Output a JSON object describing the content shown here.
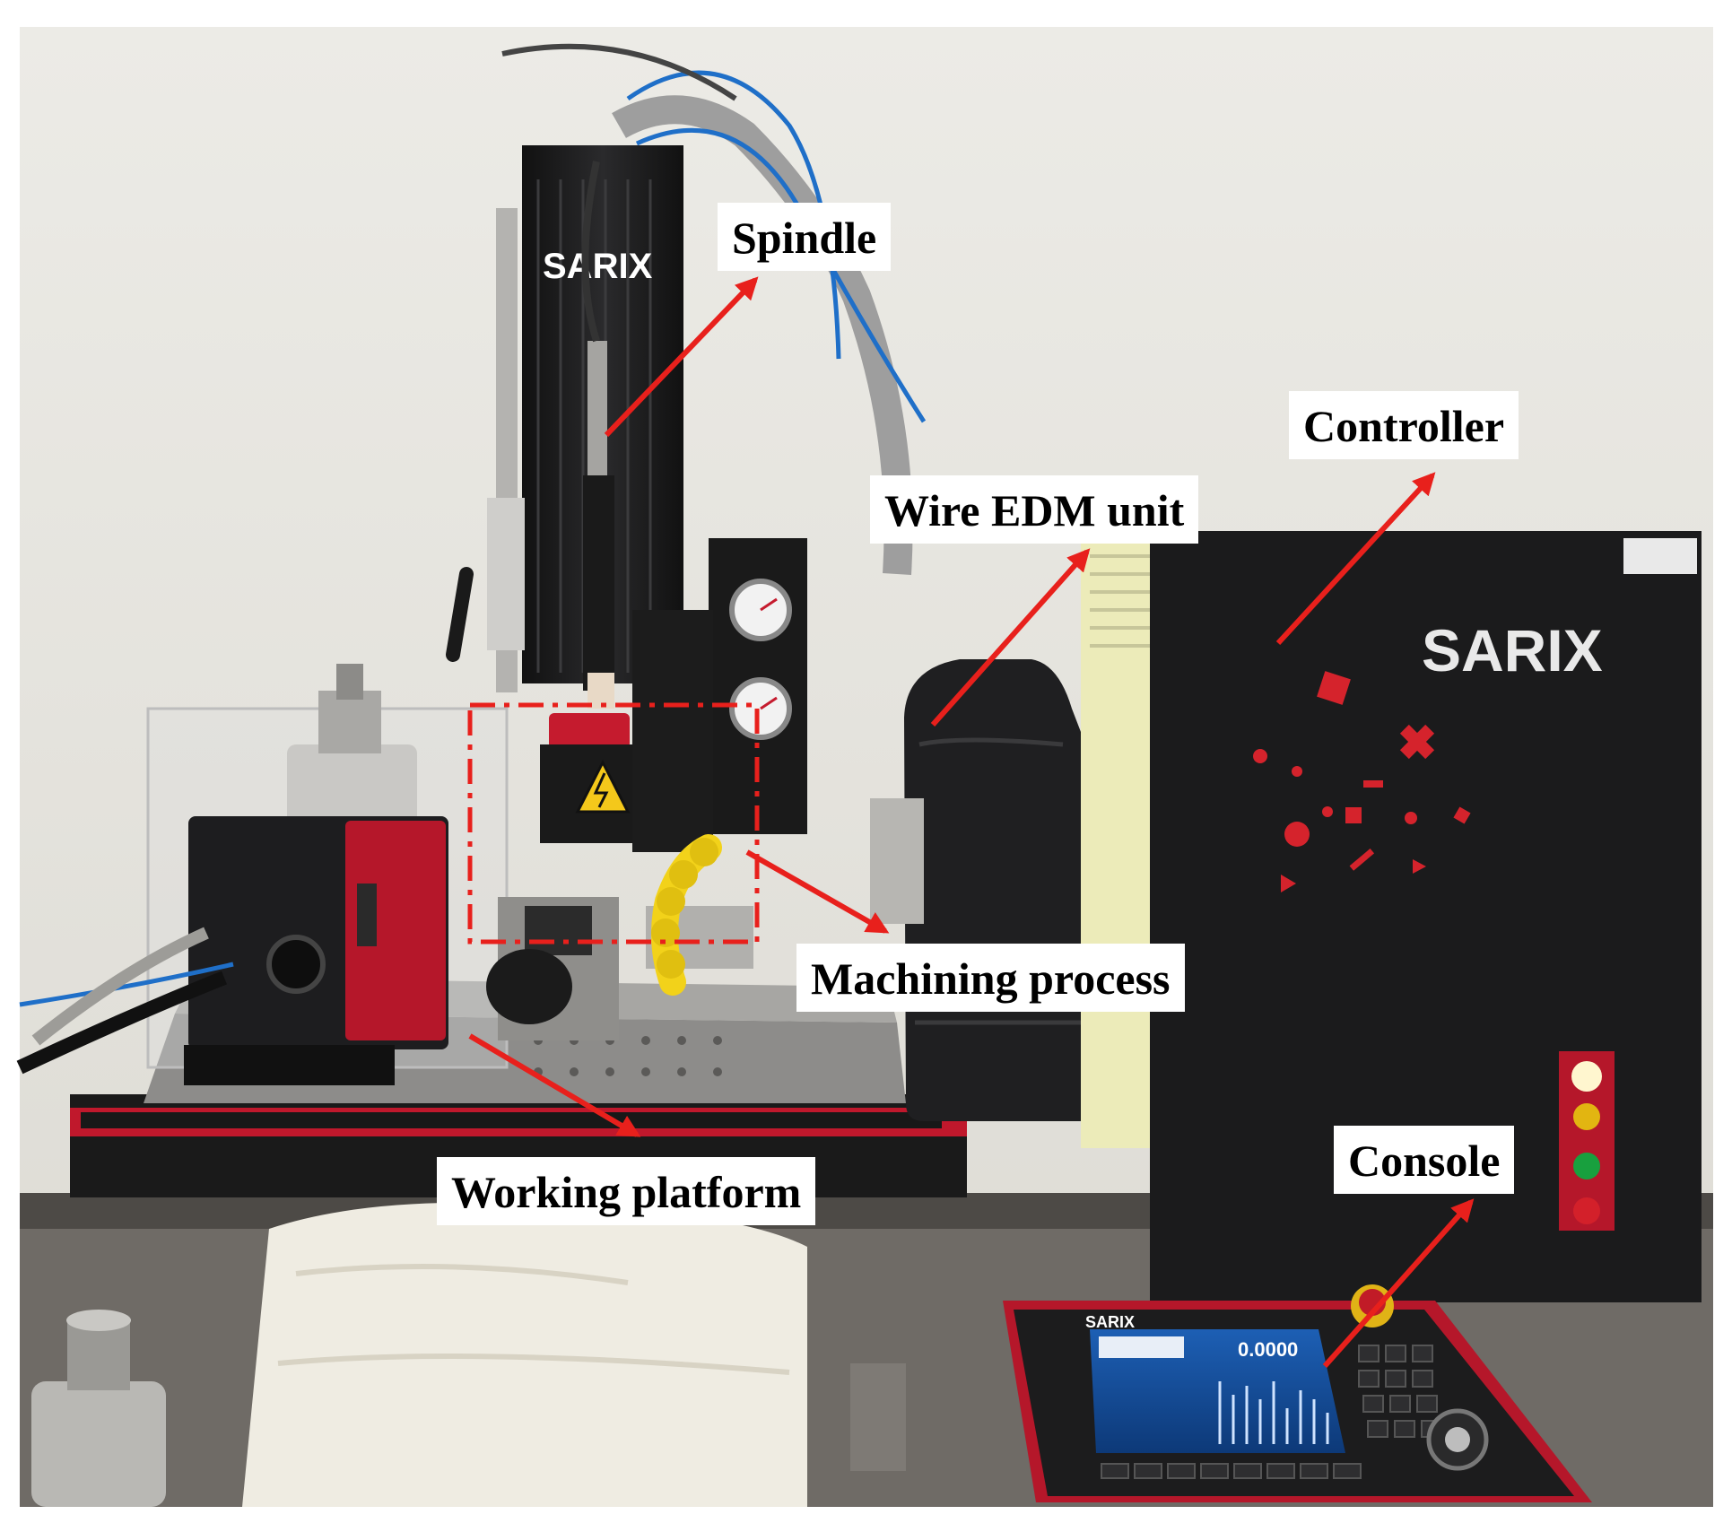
{
  "labels": {
    "spindle": "Spindle",
    "controller": "Controller",
    "wire_edm": "Wire EDM unit",
    "machining": "Machining process",
    "console": "Console",
    "platform": "Working platform"
  },
  "logos": {
    "brand": "SARIX"
  },
  "console_screen": {
    "readout": "0.0000"
  },
  "colors": {
    "arrow": "#e8201c",
    "machine_body": "#1c1c1e",
    "accent_red": "#c0182c",
    "coolant_hose": "#f2d21a",
    "wall": "#e9e7e1"
  }
}
